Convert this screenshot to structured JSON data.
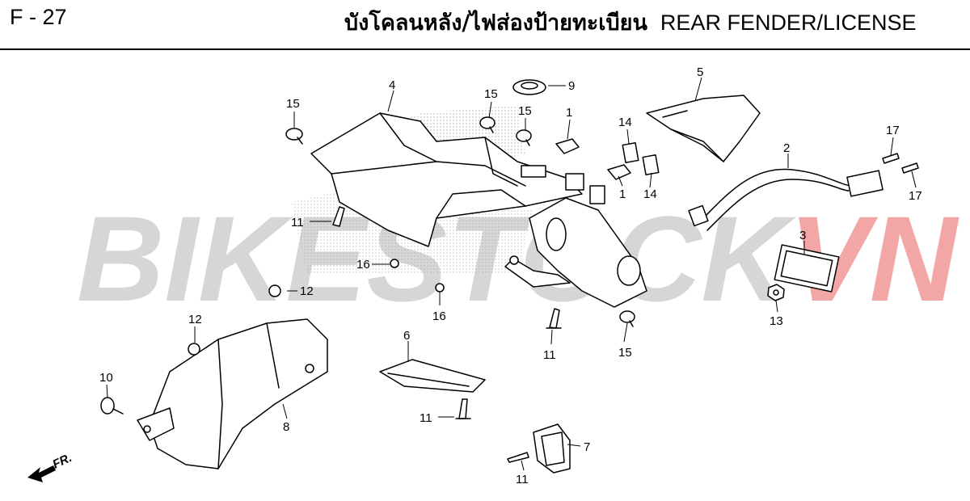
{
  "header": {
    "page_code": "F - 27",
    "title_th": "บังโคลนหลัง/ไฟส่องป้ายทะเบียน",
    "title_en": "REAR FENDER/LICENSE"
  },
  "watermark": {
    "text_main": "BIKESTOCK",
    "text_accent": "VN",
    "color_main": "#d6d6d6",
    "color_accent": "#f3a6a6"
  },
  "direction_label": "FR.",
  "callouts": {
    "c1a": "1",
    "c1b": "1",
    "c2": "2",
    "c3": "3",
    "c4": "4",
    "c5": "5",
    "c6": "6",
    "c7": "7",
    "c8": "8",
    "c9": "9",
    "c10": "10",
    "c11a": "11",
    "c11b": "11",
    "c11c": "11",
    "c11d": "11",
    "c12a": "12",
    "c12b": "12",
    "c13": "13",
    "c14a": "14",
    "c14b": "14",
    "c15a": "15",
    "c15b": "15",
    "c15c": "15",
    "c15d": "15",
    "c16a": "16",
    "c16b": "16",
    "c17a": "17",
    "c17b": "17"
  }
}
